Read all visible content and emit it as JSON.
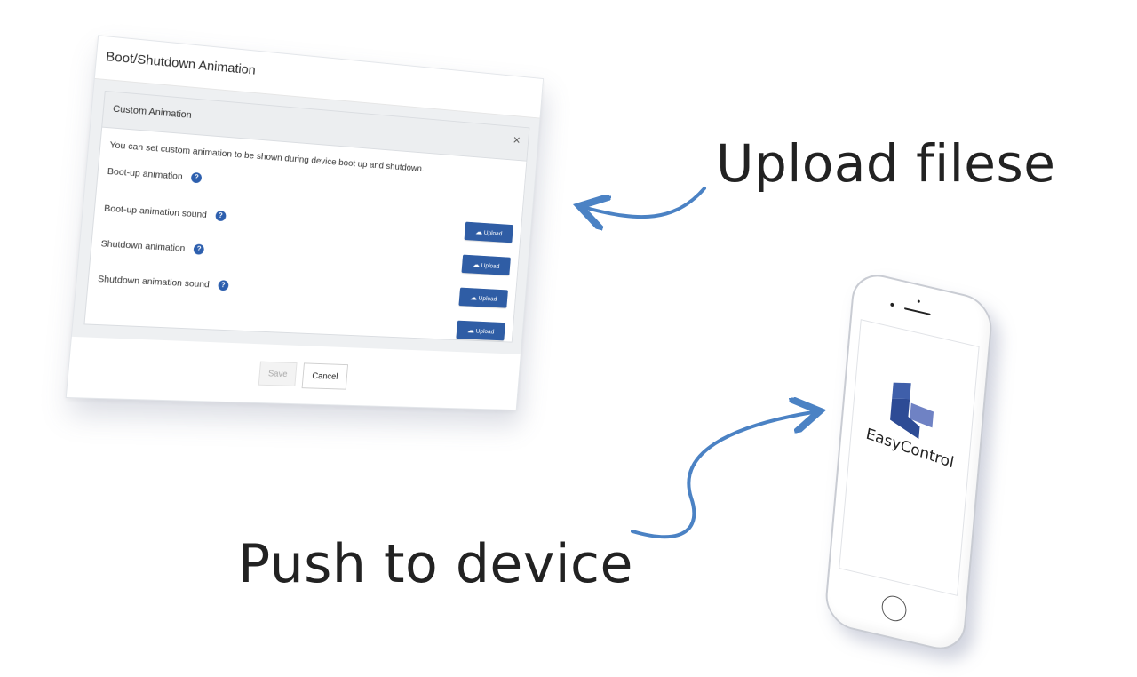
{
  "dialog": {
    "title": "Boot/Shutdown Animation",
    "card_title": "Custom Animation",
    "close_symbol": "×",
    "description": "You can set custom animation to be shown during device boot up and shutdown.",
    "rows": [
      {
        "label": "Boot-up animation",
        "help_icon": "?"
      },
      {
        "label": "Boot-up animation sound",
        "help_icon": "?"
      },
      {
        "label": "Shutdown animation",
        "help_icon": "?"
      },
      {
        "label": "Shutdown animation sound",
        "help_icon": "?"
      }
    ],
    "upload_label": "Upload",
    "upload_icon": "cloud-upload-icon",
    "save_label": "Save",
    "cancel_label": "Cancel",
    "accent_color": "#2f5da5"
  },
  "captions": {
    "upload": "Upload filese",
    "push": "Push to device"
  },
  "phone": {
    "brand": "EasyControl",
    "logo_colors": [
      "#3f5faa",
      "#6f82c4",
      "#2d4b95"
    ]
  },
  "arrow_color": "#4b82c4"
}
